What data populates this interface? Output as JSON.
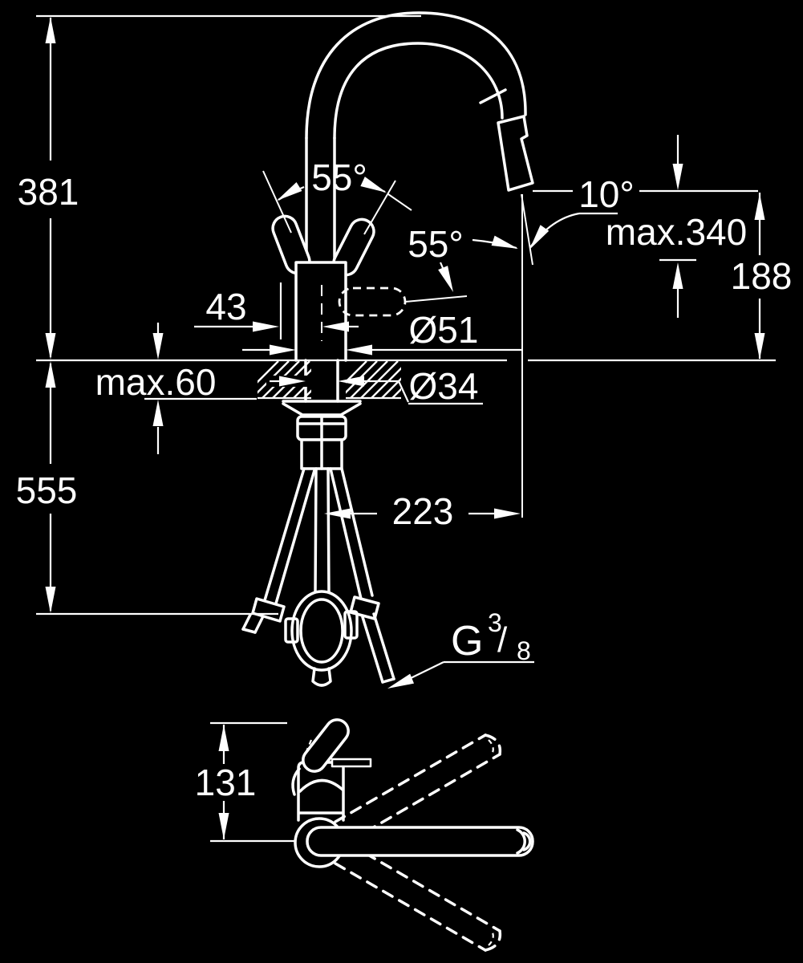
{
  "colors": {
    "background": "#000000",
    "line": "#ffffff"
  },
  "views": {
    "front": {
      "total_height": "381",
      "below_counter_height": "555",
      "counter_thickness": "max.60",
      "handle_angle": "55°",
      "swivel_angle": "55°",
      "head_angle": "10°",
      "max_hose_extension": "max.340",
      "outlet_height": "188",
      "handle_offset": "43",
      "body_diameter": "Ø51",
      "shank_diameter": "Ø34",
      "spout_reach": "223",
      "thread_letter": "G",
      "thread_numerator": "3",
      "thread_slash": "/",
      "thread_denominator": "8"
    },
    "top": {
      "swing_depth": "131"
    }
  }
}
